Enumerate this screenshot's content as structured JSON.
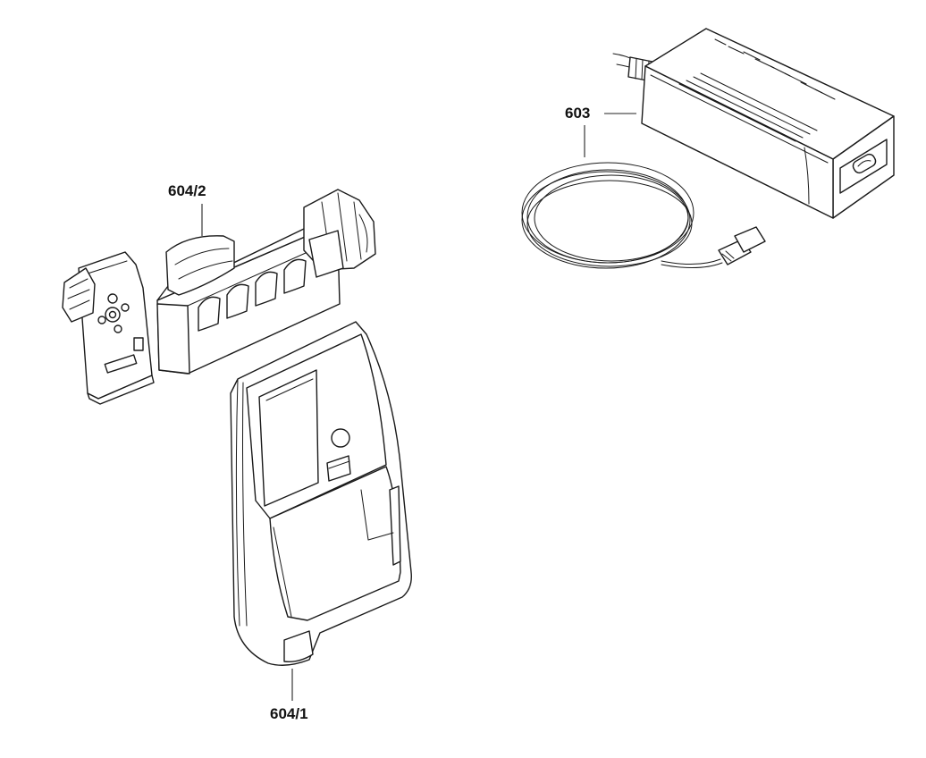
{
  "parts": [
    {
      "id": "603",
      "label": "603"
    },
    {
      "id": "604-2",
      "label": "604/2"
    },
    {
      "id": "604-1",
      "label": "604/1"
    }
  ]
}
